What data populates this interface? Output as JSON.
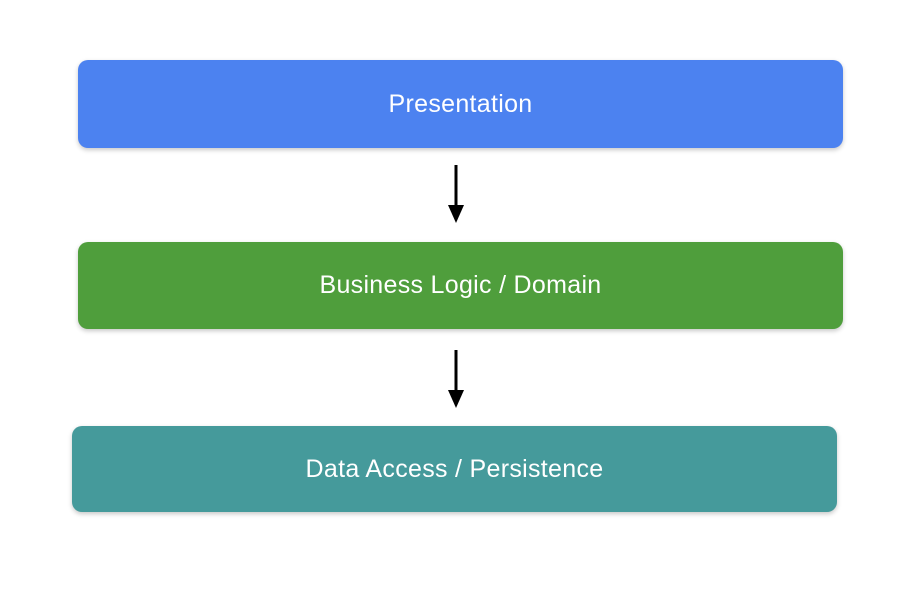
{
  "diagram": {
    "background_color": "#ffffff",
    "text_color": "#ffffff",
    "arrow_color": "#000000",
    "layers": [
      {
        "label": "Presentation",
        "color": "#4c82f0"
      },
      {
        "label": "Business Logic / Domain",
        "color": "#4f9e3c"
      },
      {
        "label": "Data Access / Persistence",
        "color": "#459a9b"
      }
    ],
    "connections": [
      {
        "from": "Presentation",
        "to": "Business Logic / Domain"
      },
      {
        "from": "Business Logic / Domain",
        "to": "Data Access / Persistence"
      }
    ]
  }
}
